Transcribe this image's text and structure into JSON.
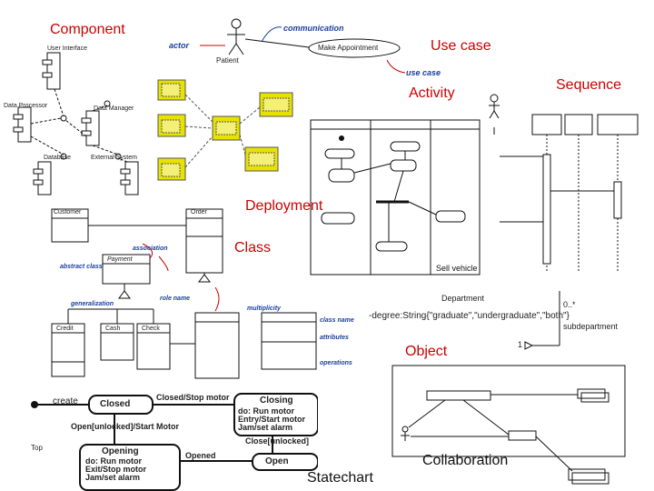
{
  "labels": {
    "component": "Component",
    "use_case": "Use case",
    "activity": "Activity",
    "sequence": "Sequence",
    "deployment": "Deployment",
    "class": "Class",
    "object": "Object",
    "statechart": "Statechart",
    "collaboration": "Collaboration"
  },
  "component_diagram": {
    "user_interface": "User Interface",
    "data_processor": "Data Processor",
    "data_manager": "Data Manager",
    "database": "Database",
    "external_system": "External System"
  },
  "use_case_diagram": {
    "communication": "communication",
    "actor": "actor",
    "actor_name": "Patient",
    "use_case_name": "Make Appointment",
    "use_case_tag": "use case"
  },
  "class_diagram": {
    "customer": "Customer",
    "order": "Order",
    "payment": "Payment",
    "credit": "Credit",
    "cash": "Cash",
    "check": "Check",
    "association": "association",
    "abstract_class": "abstract class",
    "generalization": "generalization",
    "role_name": "role name",
    "multiplicity": "multiplicity",
    "class_name": "class name",
    "attributes": "attributes",
    "operations": "operations"
  },
  "object_diagram": {
    "department": "Department",
    "degree_attr": "-degree:String{\"graduate\",\"undergraduate\",\"both\"}",
    "subdepartment": "subdepartment",
    "multiplicity_top": "0..*",
    "multiplicity_bottom": "1"
  },
  "statechart_diagram": {
    "create": "create",
    "closed": "Closed",
    "closed_stop_motor": "Closed/Stop motor",
    "closing": "Closing",
    "closing_do": "do: Run motor",
    "closing_entry": "Entry/Start motor",
    "closing_jam": "Jam/set alarm",
    "open_unlocked": "Open[unlocked]/Start Motor",
    "close_unlocked": "Close[unlocked]",
    "opening": "Opening",
    "opening_do": "do: Run motor",
    "opening_exit": "Exit/Stop motor",
    "opening_jam": "Jam/set alarm",
    "opened": "Opened",
    "open": "Open",
    "top": "Top"
  },
  "colors": {
    "title_red": "#cc0000",
    "note_blue": "#1a3fa0",
    "deployment_yellow": "#e8e200",
    "line_black": "#111111"
  }
}
